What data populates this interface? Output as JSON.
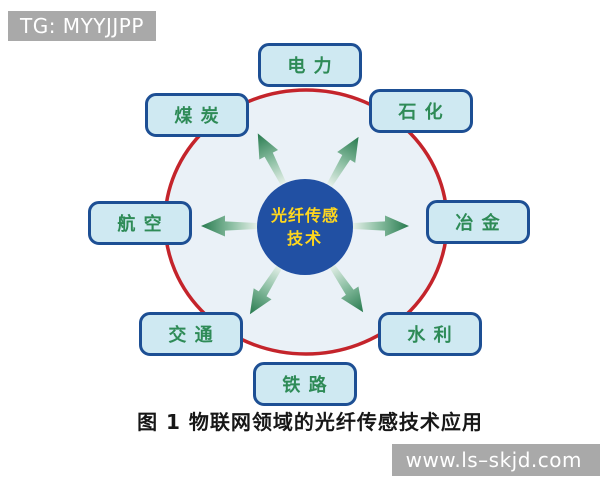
{
  "watermarks": {
    "top": "TG: MYYJJPP",
    "bottom": "www.ls–skjd.com"
  },
  "hub": {
    "line1": "光纤传感",
    "line2": "技术"
  },
  "nodes": [
    {
      "id": "electric-power",
      "label": "电 力"
    },
    {
      "id": "coal",
      "label": "煤 炭"
    },
    {
      "id": "petrochemical",
      "label": "石 化"
    },
    {
      "id": "aviation",
      "label": "航 空"
    },
    {
      "id": "metallurgy",
      "label": "冶 金"
    },
    {
      "id": "transportation",
      "label": "交 通"
    },
    {
      "id": "water-conservancy",
      "label": "水 利"
    },
    {
      "id": "railway",
      "label": "铁 路"
    }
  ],
  "caption": "图 1 物联网领域的光纤传感技术应用",
  "colors": {
    "node_fill": "#cfe9f2",
    "node_border": "#1d4f94",
    "node_text": "#2e8b57",
    "hub_fill": "#2150a3",
    "hub_text": "#ffd71e",
    "ring_stroke": "#c4242b",
    "ring_fill": "#eaf1f7",
    "arrow_tail": "#e4efe8",
    "arrow_head": "#277a4e",
    "watermark_bg": "#a9a9a9",
    "watermark_text": "#ffffff",
    "caption_text": "#171717"
  }
}
